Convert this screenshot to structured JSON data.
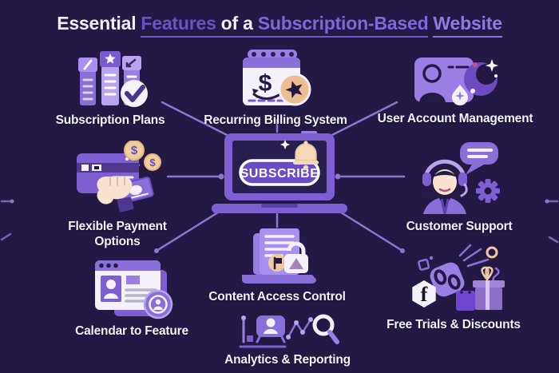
{
  "title": {
    "prefix": "Essential",
    "highlight1": "Features",
    "middle": "of a",
    "highlight2": "Subscription-Based",
    "highlight3": "Website"
  },
  "center": {
    "icon": "laptop-icon",
    "subscribe_button": "SUBSCRIBE",
    "decorations": [
      "notification-bell-icon",
      "sparkle-icon",
      "browser-tab-icon"
    ]
  },
  "features": {
    "subscription_plans": {
      "label": "Subscription Plans",
      "icon": "pricing-plans-icon"
    },
    "recurring_billing": {
      "label": "Recurring Billing System",
      "icon": "billing-cycle-calendar-icon"
    },
    "user_account": {
      "label": "User Account Management",
      "icon": "user-id-card-icon"
    },
    "flexible_payment": {
      "line1": "Flexible Payment",
      "line2": "Options",
      "icon": "card-cash-coins-icon"
    },
    "customer_support": {
      "label": "Customer Support",
      "icon": "support-agent-headset-icon"
    },
    "calendar_feature": {
      "label": "Calendar to Feature",
      "icon": "profile-browser-window-icon"
    },
    "content_access": {
      "label": "Content Access Control",
      "icon": "document-lock-icon"
    },
    "free_trials": {
      "label": "Free Trials & Discounts",
      "icon": "gift-discount-tag-icon"
    },
    "analytics": {
      "label": "Analytics & Reporting",
      "icon": "chart-magnifier-icon"
    }
  },
  "colors": {
    "background": "#241944",
    "connector_purple": "#8b76d0",
    "accent_purple": "#7e5fd2",
    "light_purple": "#a88ff0",
    "deep_purple": "#5a3fae",
    "label_white": "#f4f1fa",
    "title_purple_dark": "#6d4fc6",
    "title_purple_light": "#9078e2",
    "coin_tan": "#f0cf9e",
    "bell_cream": "#f2d9b8",
    "skin_cream": "#f7e3d0",
    "ink_dark": "#241a45"
  }
}
